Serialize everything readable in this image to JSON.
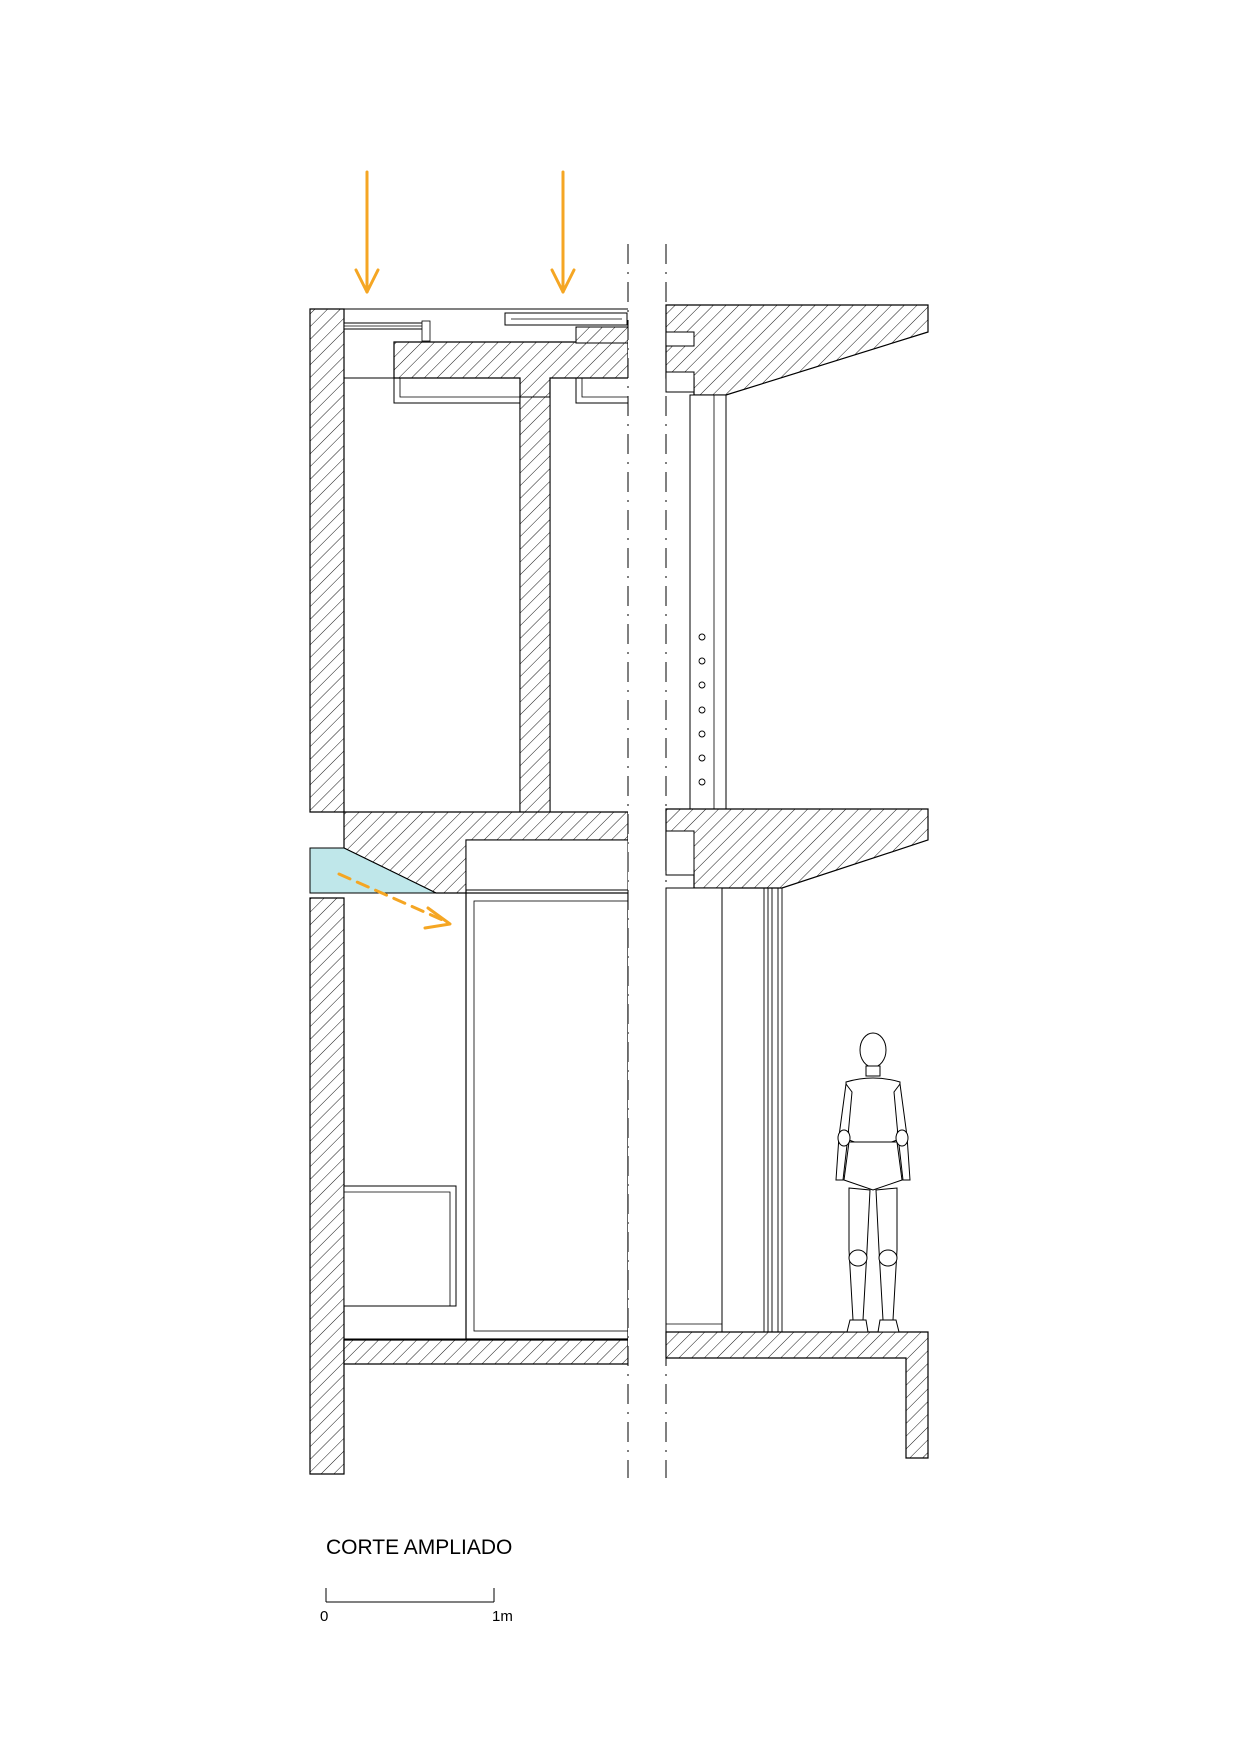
{
  "drawing": {
    "title": "CORTE AMPLIADO",
    "scale_bar": {
      "start_label": "0",
      "end_label": "1m"
    },
    "colors": {
      "line": "#000000",
      "hatch": "#000000",
      "arrow": "#f5a623",
      "glass": "#bfe7ea"
    },
    "icons": [
      "down-arrow-icon",
      "down-arrow-icon",
      "dashed-diagonal-arrow-icon",
      "human-figure-icon"
    ]
  }
}
